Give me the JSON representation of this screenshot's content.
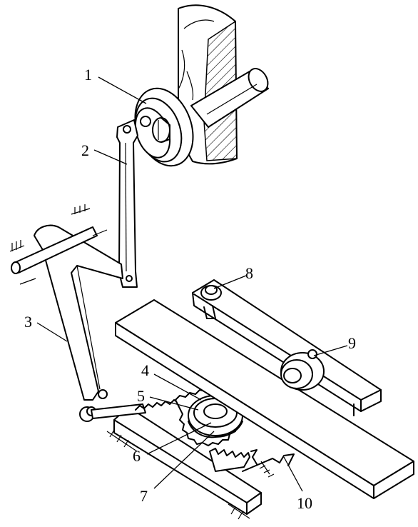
{
  "labels": {
    "p1": "1",
    "p2": "2",
    "p3": "3",
    "p4": "4",
    "p5": "5",
    "p6": "6",
    "p7": "7",
    "p8": "8",
    "p9": "9",
    "p10": "10"
  }
}
